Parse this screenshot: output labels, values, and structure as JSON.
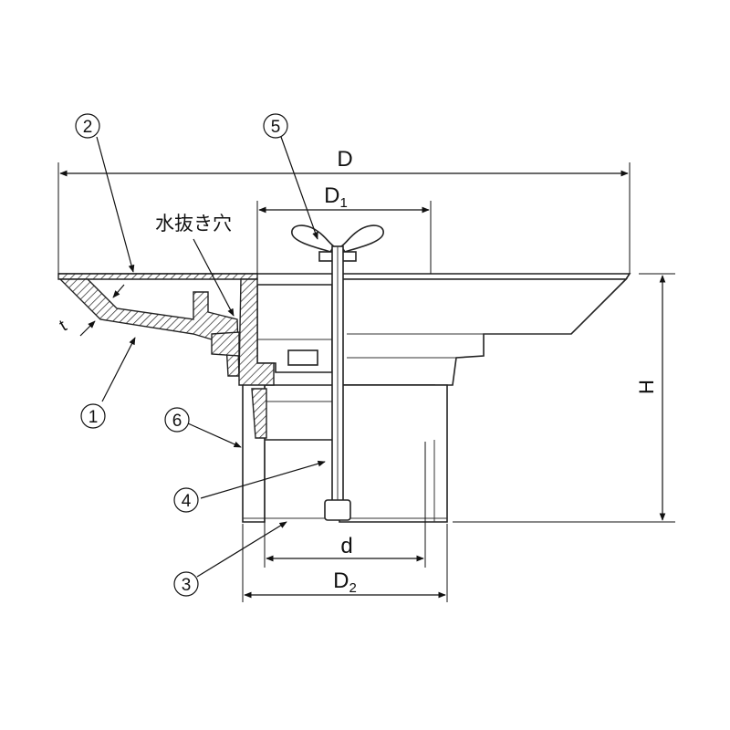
{
  "dimensions": {
    "D": "D",
    "D1_main": "D",
    "D1_sub": "1",
    "D2_main": "D",
    "D2_sub": "2",
    "d": "d",
    "H": "H",
    "t": "t"
  },
  "labels": {
    "water_hole": "水抜き穴"
  },
  "part_numbers": [
    "1",
    "2",
    "3",
    "4",
    "5",
    "6"
  ]
}
